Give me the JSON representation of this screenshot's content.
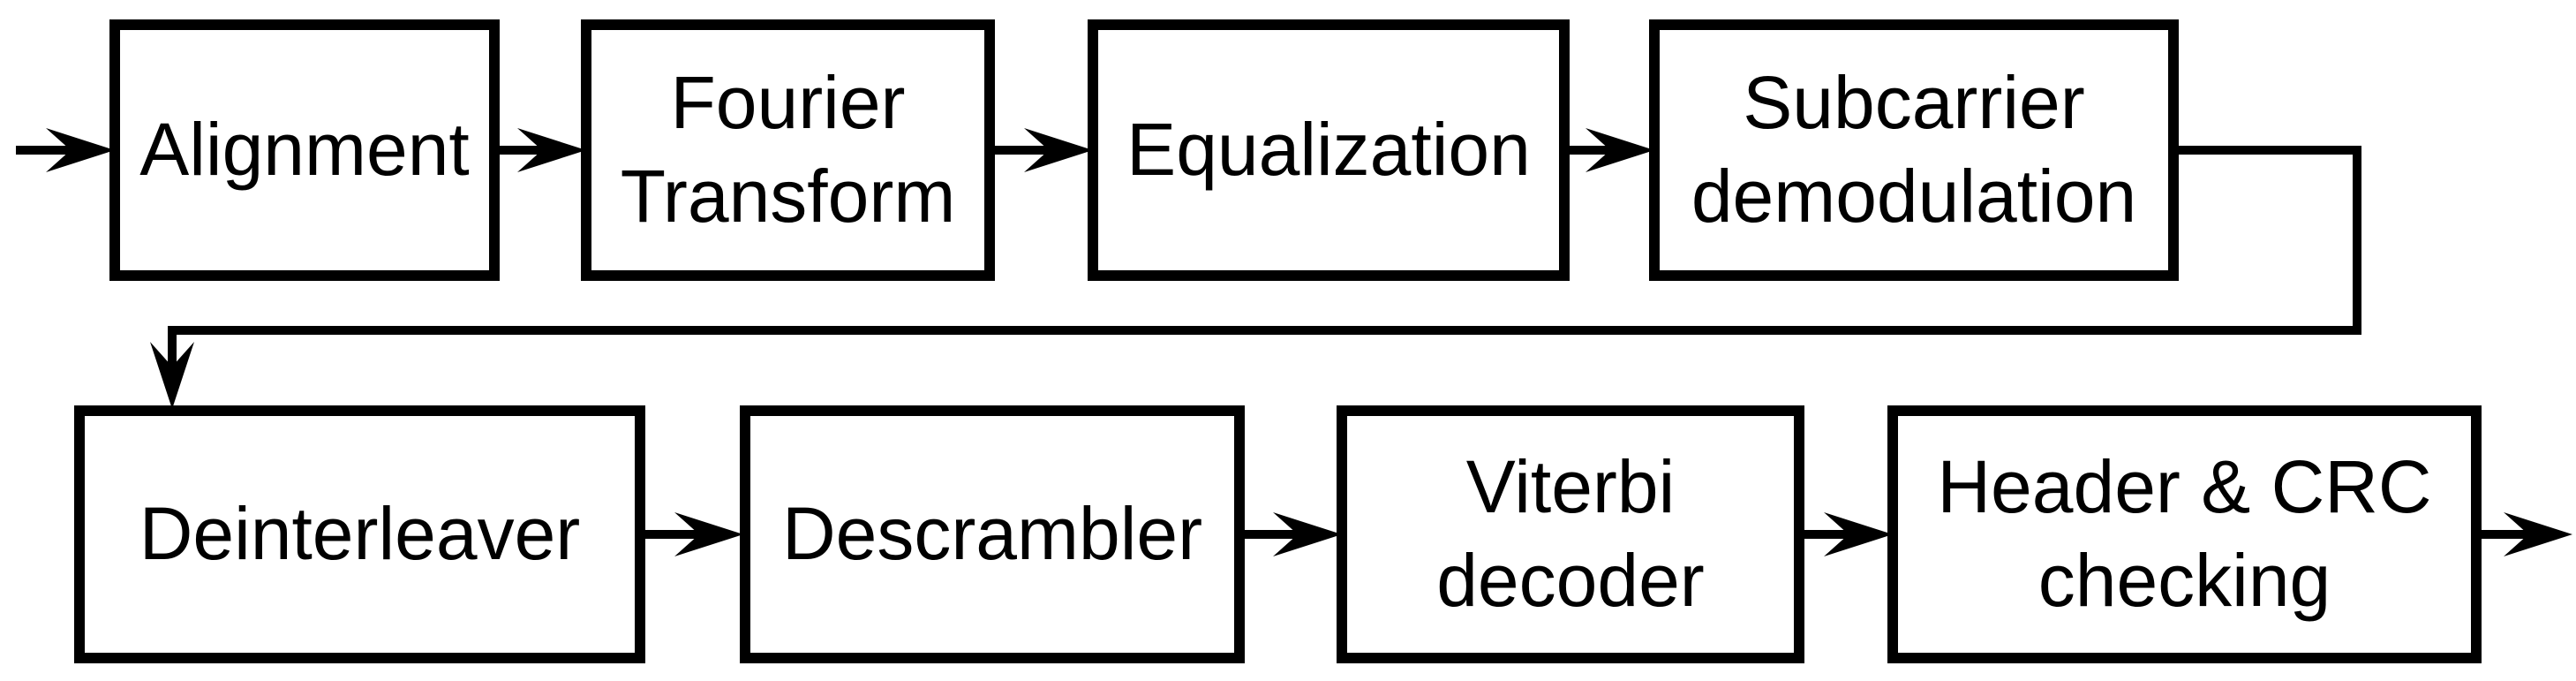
{
  "colors": {
    "line": "#000000",
    "background": "#ffffff",
    "box_fill": "#ffffff"
  },
  "blocks": [
    {
      "id": "alignment",
      "lines": [
        "Alignment"
      ]
    },
    {
      "id": "fourier-transform",
      "lines": [
        "Fourier",
        "Transform"
      ]
    },
    {
      "id": "equalization",
      "lines": [
        "Equalization"
      ]
    },
    {
      "id": "subcarrier-demodulation",
      "lines": [
        "Subcarrier",
        "demodulation"
      ]
    },
    {
      "id": "deinterleaver",
      "lines": [
        "Deinterleaver"
      ]
    },
    {
      "id": "descrambler",
      "lines": [
        "Descrambler"
      ]
    },
    {
      "id": "viterbi-decoder",
      "lines": [
        "Viterbi",
        "decoder"
      ]
    },
    {
      "id": "header-crc-checking",
      "lines": [
        "Header & CRC",
        "checking"
      ]
    }
  ],
  "connections": [
    {
      "from": "input",
      "to": "alignment"
    },
    {
      "from": "alignment",
      "to": "fourier-transform"
    },
    {
      "from": "fourier-transform",
      "to": "equalization"
    },
    {
      "from": "equalization",
      "to": "subcarrier-demodulation"
    },
    {
      "from": "subcarrier-demodulation",
      "to": "deinterleaver"
    },
    {
      "from": "deinterleaver",
      "to": "descrambler"
    },
    {
      "from": "descrambler",
      "to": "viterbi-decoder"
    },
    {
      "from": "viterbi-decoder",
      "to": "header-crc-checking"
    },
    {
      "from": "header-crc-checking",
      "to": "output"
    }
  ]
}
